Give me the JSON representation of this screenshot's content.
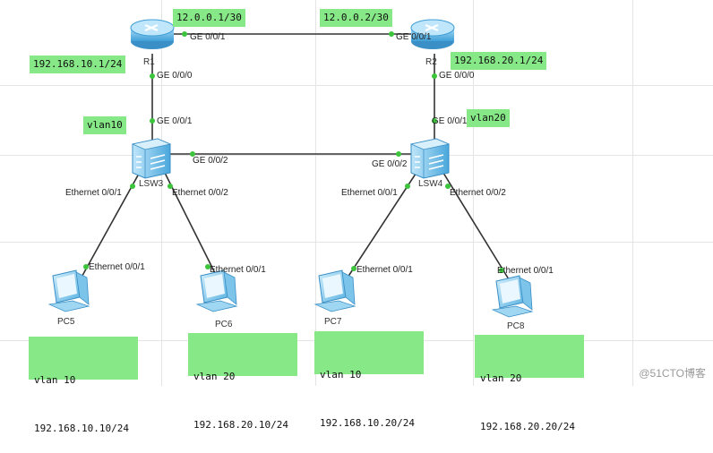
{
  "devices": {
    "r1": {
      "name": "R1",
      "icon": "router-icon"
    },
    "r2": {
      "name": "R2",
      "icon": "router-icon"
    },
    "lsw3": {
      "name": "LSW3",
      "icon": "switch-icon"
    },
    "lsw4": {
      "name": "LSW4",
      "icon": "switch-icon"
    },
    "pc5": {
      "name": "PC5",
      "icon": "pc-icon"
    },
    "pc6": {
      "name": "PC6",
      "icon": "pc-icon"
    },
    "pc7": {
      "name": "PC7",
      "icon": "pc-icon"
    },
    "pc8": {
      "name": "PC8",
      "icon": "pc-icon"
    }
  },
  "ports": {
    "r1_ge001": "GE 0/0/1",
    "r2_ge001": "GE 0/0/1",
    "r1_ge000": "GE 0/0/0",
    "r2_ge000": "GE 0/0/0",
    "lsw3_ge001": "GE 0/0/1",
    "lsw4_ge001": "GE 0/0/1",
    "lsw3_ge002": "GE 0/0/2",
    "lsw4_ge002": "GE 0/0/2",
    "lsw3_eth1": "Ethernet 0/0/1",
    "lsw3_eth2": "Ethernet 0/0/2",
    "lsw4_eth1": "Ethernet 0/0/1",
    "lsw4_eth2": "Ethernet 0/0/2",
    "pc5_eth": "Ethernet 0/0/1",
    "pc6_eth": "Ethernet 0/0/1",
    "pc7_eth": "Ethernet 0/0/1",
    "pc8_eth": "Ethernet 0/0/1"
  },
  "notes": {
    "r1_wan": "12.0.0.1/30",
    "r2_wan": "12.0.0.2/30",
    "r1_lan": "192.168.10.1/24",
    "r2_lan": "192.168.20.1/24",
    "vlan10": "vlan10",
    "vlan20": "vlan20",
    "pc5_vlan": "vlan 10",
    "pc5_ip": "192.168.10.10/24",
    "pc6_vlan": "vlan 20",
    "pc6_ip": "192.168.20.10/24",
    "pc7_vlan": "vlan 10",
    "pc7_ip": "192.168.10.20/24",
    "pc8_vlan": "vlan 20",
    "pc8_ip": "192.168.20.20/24"
  },
  "watermark": "@51CTO博客",
  "colors": {
    "note_bg": "#86e886",
    "port_dot": "#3cc43c",
    "link": "#333333",
    "device": "#5bb8e8"
  }
}
